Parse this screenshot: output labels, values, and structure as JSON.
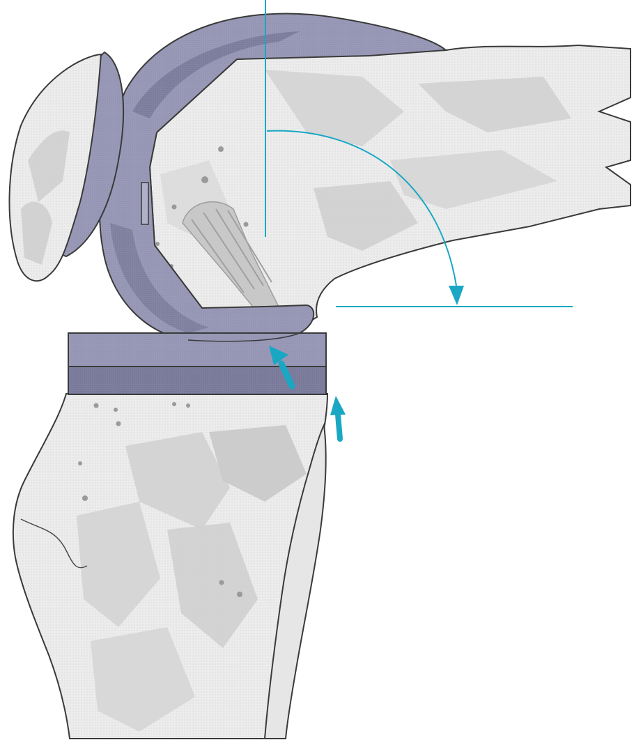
{
  "colors": {
    "background": "#ffffff",
    "bone_light": "#ececec",
    "bone_mid": "#d6d6d6",
    "bone_dark": "#bcbcbc",
    "outline": "#3a3a3a",
    "implant_light": "#a8a8c4",
    "implant_mid": "#8d8dab",
    "implant_dark": "#6f6f8e",
    "accent_cyan": "#1aa7c4"
  },
  "figure": {
    "description_visible_text": [],
    "parts": [
      "patella",
      "patellar-button",
      "femur",
      "femoral-component",
      "tibial-insert",
      "tibial-tray",
      "tibia",
      "fibula",
      "vertical-reference-line",
      "horizontal-reference-line",
      "rotation-arc-arrow",
      "contact-arrow-insert",
      "contact-arrow-tibia"
    ]
  }
}
